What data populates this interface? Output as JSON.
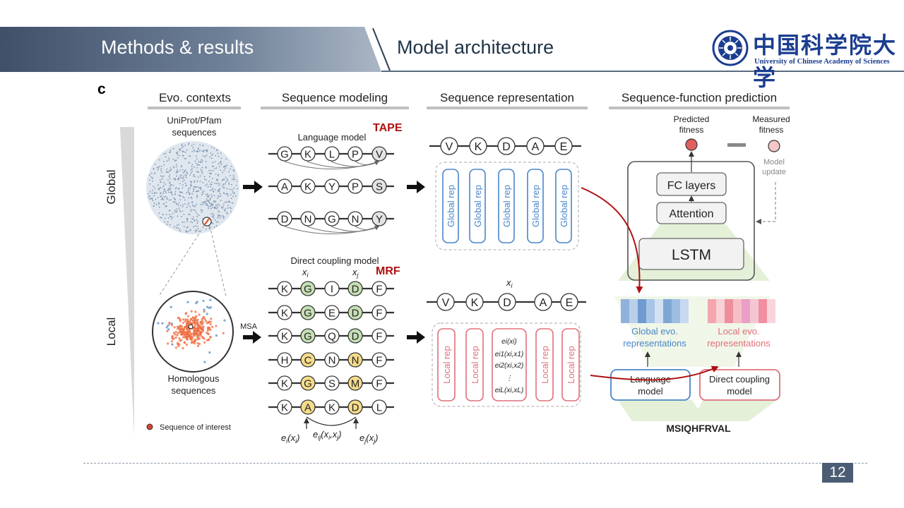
{
  "header": {
    "section": "Methods & results",
    "title": "Model architecture",
    "logo_cn": "中国科学院大学",
    "logo_en": "University of Chinese Academy of Sciences"
  },
  "figure": {
    "panel_label": "c",
    "columns": [
      "Evo. contexts",
      "Sequence modeling",
      "Sequence representation",
      "Sequence-function prediction"
    ],
    "rows": [
      "Global",
      "Local"
    ],
    "uniprot_l1": "UniProt/Pfam",
    "uniprot_l2": "sequences",
    "homologous_l1": "Homologous",
    "homologous_l2": "sequences",
    "msa": "MSA",
    "interest_legend": "Sequence of interest",
    "lm_label": "Language model",
    "tape": "TAPE",
    "dcm_label": "Direct coupling model",
    "mrf": "MRF",
    "xi": "x",
    "xi_sub": "i",
    "xj": "x",
    "xj_sub": "j",
    "global_seqs": [
      [
        "G",
        "K",
        "L",
        "P",
        "V"
      ],
      [
        "A",
        "K",
        "Y",
        "P",
        "S"
      ],
      [
        "D",
        "N",
        "G",
        "N",
        "Y"
      ]
    ],
    "local_seqs": [
      [
        "K",
        "G",
        "I",
        "D",
        "F"
      ],
      [
        "K",
        "G",
        "E",
        "D",
        "F"
      ],
      [
        "K",
        "G",
        "Q",
        "D",
        "F"
      ],
      [
        "H",
        "C",
        "N",
        "N",
        "F"
      ],
      [
        "K",
        "G",
        "S",
        "M",
        "F"
      ],
      [
        "K",
        "A",
        "K",
        "D",
        "L"
      ]
    ],
    "rep_seq": [
      "V",
      "K",
      "D",
      "A",
      "E"
    ],
    "global_rep": "Global rep",
    "local_rep": "Local rep",
    "terms": [
      "e",
      "i",
      "(x",
      "i",
      ")"
    ],
    "e_i": "e",
    "e_ij": "e",
    "e_j": "e",
    "energy_terms": [
      "e_i(x_i)",
      "e_i1(x_i,x_1)",
      "e_i2(x_i,x_2)",
      "⋮",
      "e_iL(x_i,x_L)"
    ],
    "predicted_l1": "Predicted",
    "predicted_l2": "fitness",
    "measured_l1": "Measured",
    "measured_l2": "fitness",
    "model_update_l1": "Model",
    "model_update_l2": "update",
    "fc_layers": "FC layers",
    "attention": "Attention",
    "lstm": "LSTM",
    "global_evo_l1": "Global evo.",
    "global_evo_l2": "representations",
    "local_evo_l1": "Local evo.",
    "local_evo_l2": "representations",
    "lm_box_l1": "Language",
    "lm_box_l2": "model",
    "dcm_box_l1": "Direct coupling",
    "dcm_box_l2": "model",
    "query_seq": "MSIQHFRVAL",
    "colors": {
      "global_blue": "#4a86c8",
      "local_red": "#e0707a",
      "accent_red": "#b01010",
      "green_res": "#c6dfb4",
      "yellow_res": "#f5dc8a"
    }
  },
  "footer": {
    "page": "12"
  }
}
